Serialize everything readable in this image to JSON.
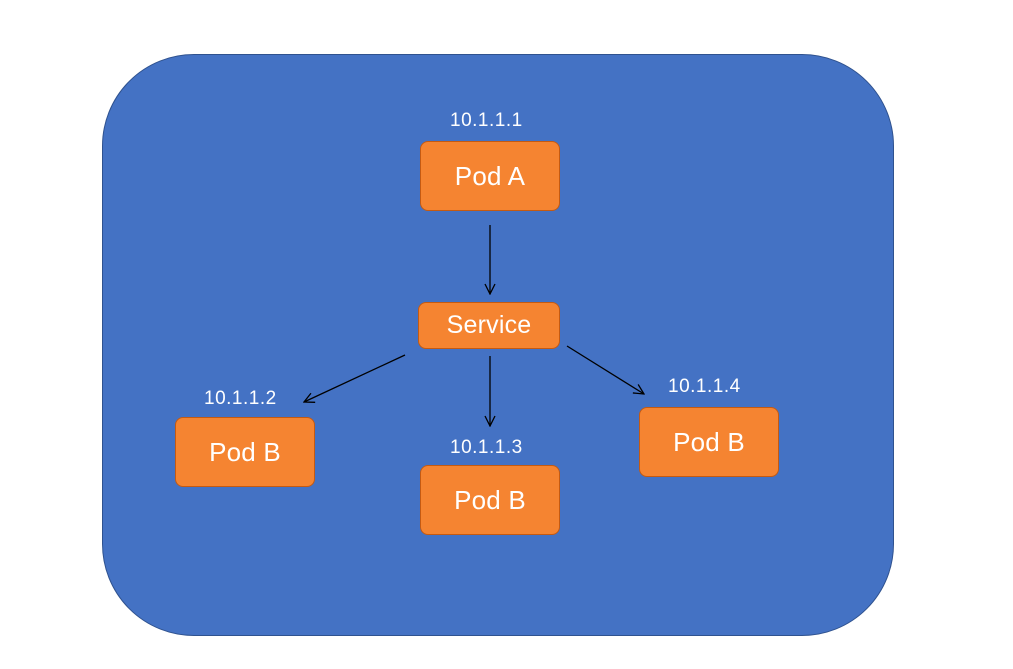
{
  "colors": {
    "cluster_fill": "#4472c4",
    "cluster_border": "#2f528f",
    "node_fill": "#f58431",
    "node_border": "#c55a11",
    "text": "#ffffff",
    "arrow": "#000000"
  },
  "nodes": {
    "pod_a": {
      "label": "Pod A",
      "ip": "10.1.1.1"
    },
    "service": {
      "label": "Service"
    },
    "pod_b_left": {
      "label": "Pod B",
      "ip": "10.1.1.2"
    },
    "pod_b_center": {
      "label": "Pod B",
      "ip": "10.1.1.3"
    },
    "pod_b_right": {
      "label": "Pod B",
      "ip": "10.1.1.4"
    }
  },
  "edges": [
    {
      "from": "pod_a",
      "to": "service"
    },
    {
      "from": "service",
      "to": "pod_b_left"
    },
    {
      "from": "service",
      "to": "pod_b_center"
    },
    {
      "from": "service",
      "to": "pod_b_right"
    }
  ]
}
